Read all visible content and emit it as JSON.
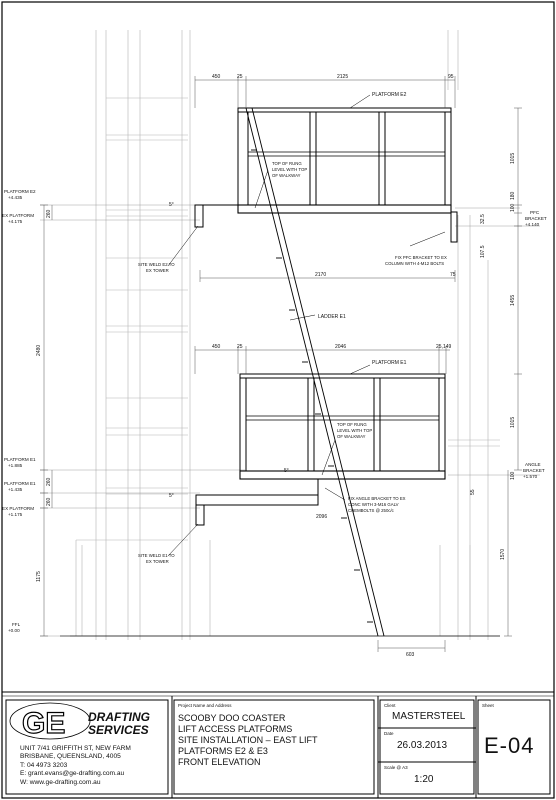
{
  "labels": {
    "platform_e2": "PLATFORM E2",
    "platform_e1": "PLATFORM E1",
    "ladder_e1": "LADDER E1",
    "top_of_rung_upper": [
      "TOP OF RUNG",
      "LEVEL WITH TOP",
      "OF WALKWAY"
    ],
    "top_of_rung_lower": [
      "TOP OF RUNG",
      "LEVEL WITH TOP",
      "OF WALKWAY"
    ],
    "fix_pfc": [
      "FIX PFC BRACKET TO EX",
      "COLUMN WITH 4-M12 BOLTS"
    ],
    "fix_angle": [
      "FIX ANGLE BRACKET TO EX",
      "CONC WITH 3-M16 GALV",
      "CHEMBOLTS @ 250c/c"
    ],
    "site_weld_e2": [
      "SITE WELD E2 TO",
      "EX TOWER"
    ],
    "site_weld_e1": [
      "SITE WELD E1 TO",
      "EX TOWER"
    ],
    "pfc_bracket": [
      "PFC",
      "BRACKET",
      "+4.140"
    ],
    "angle_bracket": [
      "ANGLE",
      "BRACKET",
      "+1.570"
    ]
  },
  "levels": {
    "platform_e2": [
      "PLATFORM E2",
      "+4.435"
    ],
    "ex_platform_upper": [
      "EX PLATFORM",
      "+4.175"
    ],
    "platform_e1_a": [
      "PLATFORM E1",
      "+1.885"
    ],
    "platform_e1_b": [
      "PLATFORM E1",
      "+1.435"
    ],
    "ex_platform_lower": [
      "EX PLATFORM",
      "+1.175"
    ],
    "ffl": [
      "FFL",
      "+0.00"
    ]
  },
  "dimensions": {
    "top_450": "450",
    "top_25": "25",
    "top_2125": "2125",
    "top_95": "95",
    "mid_450": "450",
    "mid_25": "25",
    "mid_2046": "2046",
    "mid_25_149": "25,149",
    "d_2170": "2170",
    "d_75": "75",
    "d_2096": "2096",
    "d_603": "603",
    "d_1015_upper": "1015",
    "d_1015_lower": "1015",
    "d_100_upper": "100",
    "d_100_lower": "100",
    "d_180": "180",
    "d_325": "32.5",
    "d_1075": "107.5",
    "d_1455": "1455",
    "d_55": "55",
    "d_1570": "1570",
    "d_2480": "2480",
    "d_260_a": "260",
    "d_260_b": "260",
    "d_260_c": "260",
    "d_1175": "1175",
    "slope_upper": "5°",
    "slope_mid": "5°",
    "slope_lower": "5°"
  },
  "title_block": {
    "logo_letters": "GE",
    "logo_line1": "DRAFTING",
    "logo_line2": "SERVICES",
    "address": [
      "UNIT 7/41 GRIFFITH ST, NEW FARM",
      "BRISBANE, QUEENSLAND, 4005",
      "T: 04 4973 3203",
      "E: grant.evans@ge-drafting.com.au",
      "W: www.ge-drafting.com.au"
    ],
    "project_caption": "Project Name and Address",
    "project_lines": [
      "SCOOBY DOO COASTER",
      "LIFT ACCESS PLATFORMS",
      "SITE INSTALLATION – EAST LIFT",
      "PLATFORMS E2 & E3",
      "FRONT ELEVATION"
    ],
    "client_caption": "Client",
    "client": "MASTERSTEEL",
    "date_caption": "Date",
    "date": "26.03.2013",
    "scale_caption": "Scale @ A3",
    "scale": "1:20",
    "sheet_caption": "Sheet",
    "sheet": "E-04"
  }
}
